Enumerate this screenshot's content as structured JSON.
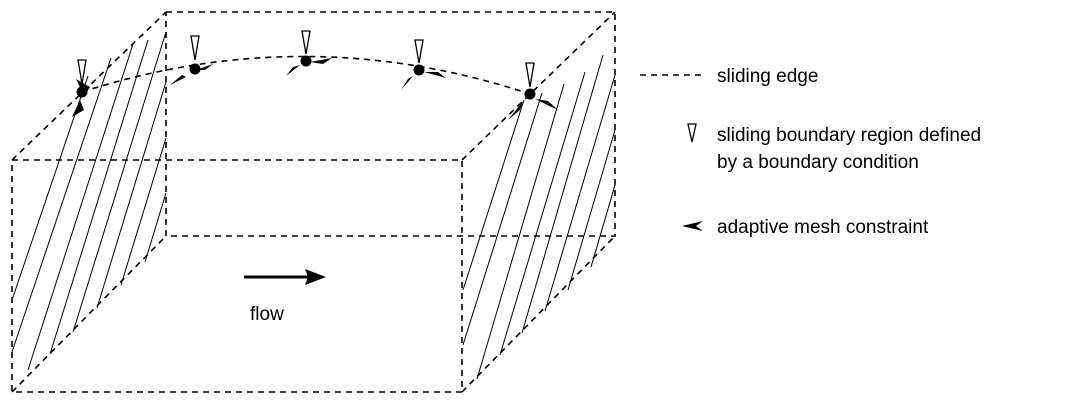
{
  "diagram": {
    "flow_label": "flow"
  },
  "legend": {
    "sliding_edge": "sliding edge",
    "boundary_line1": "sliding boundary region defined",
    "boundary_line2": "by a boundary condition",
    "constraint": "adaptive mesh constraint"
  },
  "colors": {
    "ink": "#000000",
    "background": "#ffffff"
  },
  "icons": {
    "sliding_edge": "dashed-line-icon",
    "boundary_region": "hollow-triangle-icon",
    "constraint": "filled-arrowhead-icon"
  }
}
